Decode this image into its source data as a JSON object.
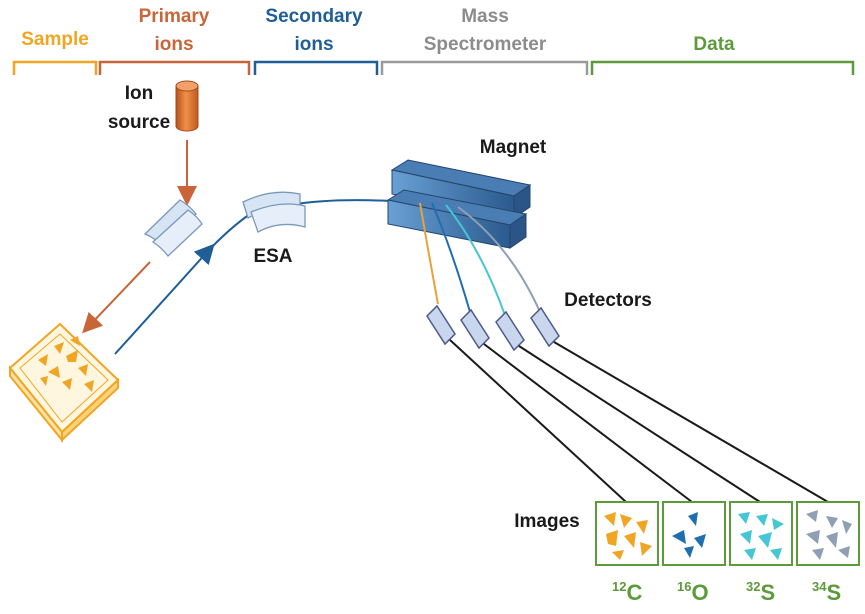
{
  "headers": {
    "sample": "Sample",
    "primary_1": "Primary",
    "primary_2": "ions",
    "secondary_1": "Secondary",
    "secondary_2": "ions",
    "mass_1": "Mass",
    "mass_2": "Spectrometer",
    "data": "Data"
  },
  "labels": {
    "ion_source_1": "Ion",
    "ion_source_2": "source",
    "esa": "ESA",
    "magnet": "Magnet",
    "detectors": "Detectors",
    "images": "Images"
  },
  "isotopes": [
    {
      "mass": "12",
      "element": "C"
    },
    {
      "mass": "16",
      "element": "O"
    },
    {
      "mass": "32",
      "element": "S"
    },
    {
      "mass": "34",
      "element": "S"
    }
  ],
  "colors": {
    "sample": "#f0a623",
    "primary": "#c8663a",
    "secondary": "#1f5e96",
    "mass": "#9a9a9a",
    "data": "#5c9a3a",
    "beam_orange": "#e8a23a",
    "beam_blue": "#1f6fb0",
    "beam_cyan": "#45c6d4",
    "beam_grey": "#8fa0b4",
    "ion_source": "#e8803a",
    "magnet": "#3a6fa8"
  }
}
